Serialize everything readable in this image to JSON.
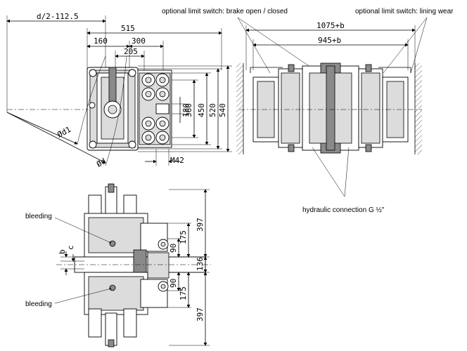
{
  "top_left_view": {
    "dim_offset": "d/2-112.5",
    "dim_515": "515",
    "dim_160": "160",
    "dim_300": "300",
    "dim_205": "205",
    "dim_180": "180",
    "dim_360": "360",
    "dim_450": "450",
    "dim_520": "520",
    "dim_540": "540",
    "thread": "M42",
    "d1": "Ød1",
    "d": "Ød"
  },
  "top_right_view": {
    "label_left": "optional limit switch: brake open / closed",
    "label_right": "optional limit switch: lining wear",
    "dim_outer": "1075+b",
    "dim_inner": "945+b",
    "hydraulic": "hydraulic connection G ½\""
  },
  "bottom_view": {
    "bleeding_top": "bleeding",
    "bleeding_bottom": "bleeding",
    "dim_397_top": "397",
    "dim_175_top": "175",
    "dim_90_top": "90",
    "dim_136": "136",
    "dim_90_bottom": "90",
    "dim_175_bottom": "175",
    "dim_397_bottom": "397",
    "dim_b": "b",
    "dim_c": "c"
  }
}
